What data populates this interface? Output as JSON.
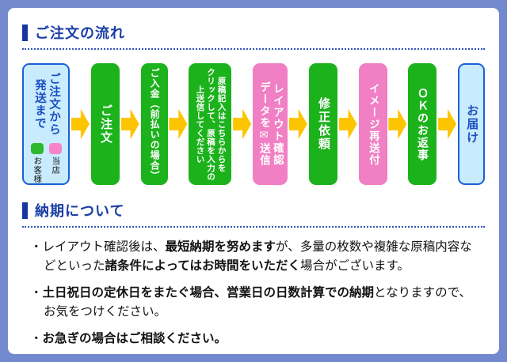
{
  "colors": {
    "frame": "#7289cd",
    "heading_blue": "#1a3ea5",
    "green": "#1cb21c",
    "pink": "#f07fc4",
    "arrow_yellow": "#fdc500",
    "lightblue_fill": "#c8ecfd",
    "lightblue_border": "#1a60d4",
    "blue_text": "#1b4fc0"
  },
  "section1": {
    "title": "ご注文の流れ"
  },
  "section2": {
    "title": "納期について"
  },
  "flow": {
    "intro": {
      "title_lines": [
        "ご注文から",
        "発送まで"
      ],
      "legend": [
        {
          "label": "お客様",
          "color": "#2eb82e"
        },
        {
          "label": "当店",
          "color": "#f884c8"
        }
      ]
    },
    "steps": [
      {
        "type": "green",
        "lines": [
          "ご注文"
        ],
        "interactable": false
      },
      {
        "type": "green",
        "lines": [
          "ご入金（前払いの場合）"
        ],
        "interactable": false
      },
      {
        "type": "green",
        "lines": [
          "原稿記入はこちらからを",
          "クリックして、原稿を入力の",
          "上送信してください"
        ],
        "interactable": true
      },
      {
        "type": "pink",
        "lines": [
          "レイアウト確認",
          "データを✉送信"
        ],
        "interactable": false
      },
      {
        "type": "green",
        "lines": [
          "修正依頼"
        ],
        "interactable": false
      },
      {
        "type": "pink",
        "lines": [
          "イメージ再送付"
        ],
        "interactable": false
      },
      {
        "type": "green",
        "lines": [
          "ＯＫのお返事"
        ],
        "interactable": false
      },
      {
        "type": "lightblue",
        "lines": [
          "お届け"
        ],
        "interactable": false
      }
    ]
  },
  "notes": {
    "bullets": [
      {
        "segments": [
          {
            "t": "レイアウト確認後は、",
            "b": false
          },
          {
            "t": "最短納期を努めます",
            "b": true
          },
          {
            "t": "が、多量の枚数や複雑な原稿内容などといった",
            "b": false
          },
          {
            "t": "諸条件によってはお時間をいただく",
            "b": true
          },
          {
            "t": "場合がございます。",
            "b": false
          }
        ]
      },
      {
        "segments": [
          {
            "t": "土日祝日の定休日をまたぐ場合、営業日の日数計算での納期",
            "b": true
          },
          {
            "t": "となりますので、お気をつけください。",
            "b": false
          }
        ]
      },
      {
        "segments": [
          {
            "t": "お急ぎの場合はご相談ください。",
            "b": true
          }
        ]
      }
    ]
  }
}
